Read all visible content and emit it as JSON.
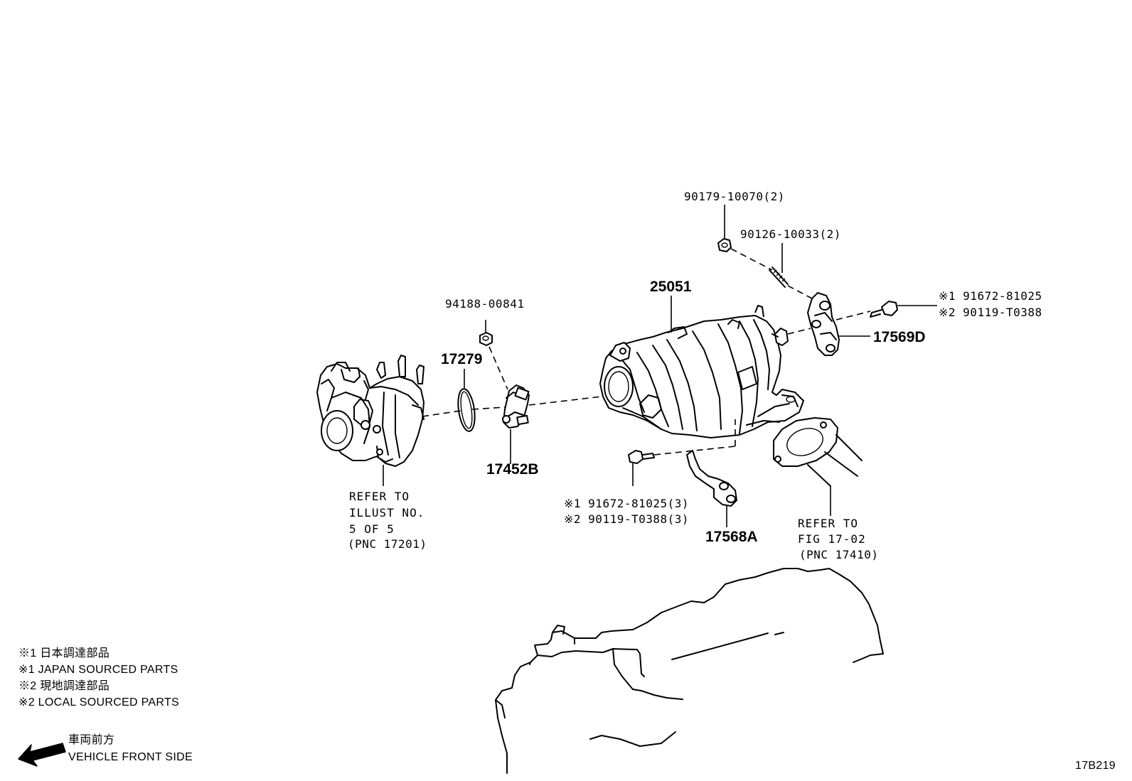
{
  "callouts": {
    "nut_top": "90179-10070(2)",
    "stud_top": "90126-10033(2)",
    "bolt_right_1": "※1 91672-81025",
    "bolt_right_2": "※2 90119-T0388",
    "bracket_right": "17569D",
    "converter": "25051",
    "nut_clamp": "94188-00841",
    "gasket_ring": "17279",
    "clamp": "17452B",
    "bolt_lower_1": "※1 91672-81025(3)",
    "bolt_lower_2": "※2 90119-T0388(3)",
    "bracket_lower": "17568A"
  },
  "refer_turbo": {
    "line1": "REFER TO",
    "line2": "ILLUST NO.",
    "line3": "5 OF 5",
    "line4": "(PNC 17201)"
  },
  "refer_pipe": {
    "line1": "REFER TO",
    "line2": "FIG 17-02",
    "line3": "(PNC 17410)"
  },
  "legend": {
    "line1": "※1 日本調達部品",
    "line2": "※1 JAPAN SOURCED PARTS",
    "line3": "※2 現地調達部品",
    "line4": "※2 LOCAL SOURCED PARTS"
  },
  "direction": {
    "jp": "車両前方",
    "en": "VEHICLE FRONT SIDE",
    "icon": "arrow-left-icon"
  },
  "figure_code": "17B219"
}
